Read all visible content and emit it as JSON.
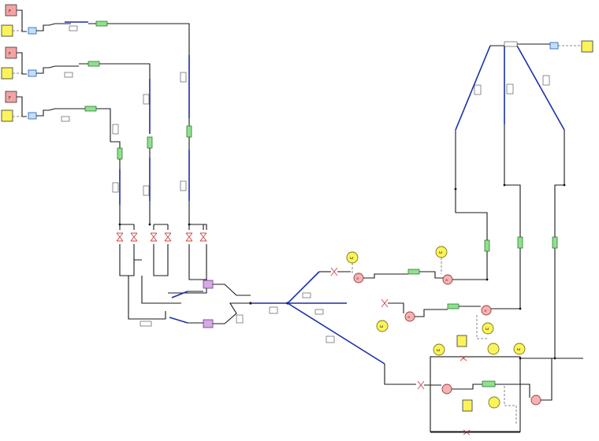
{
  "diagram": {
    "title": "",
    "colors": {
      "pipe": "#1a1a1a",
      "main_pipe": "#1b2fa8",
      "source": "#f4a3a3",
      "controller": "#fbf35a",
      "valve": "#bfe0ff",
      "meter": "#8fe08f",
      "pump": "#f6b3b3",
      "heat_exchanger": "#d6a8e6"
    },
    "sources": [
      {
        "id": "s1",
        "label": "F"
      },
      {
        "id": "s2",
        "label": "F"
      },
      {
        "id": "s3",
        "label": "F"
      }
    ],
    "pumps": [
      {
        "id": "p1",
        "symbol": "⊖"
      },
      {
        "id": "p2",
        "symbol": "⊖"
      },
      {
        "id": "p3",
        "symbol": "⊖"
      },
      {
        "id": "p4",
        "symbol": "⊖"
      }
    ],
    "fans": [
      {
        "id": "f1",
        "symbol": "ω"
      },
      {
        "id": "f2",
        "symbol": "ω"
      },
      {
        "id": "f3",
        "symbol": "ω"
      },
      {
        "id": "f4",
        "symbol": "ω"
      },
      {
        "id": "f5",
        "symbol": "ω"
      },
      {
        "id": "f6",
        "symbol": "ω"
      }
    ]
  }
}
